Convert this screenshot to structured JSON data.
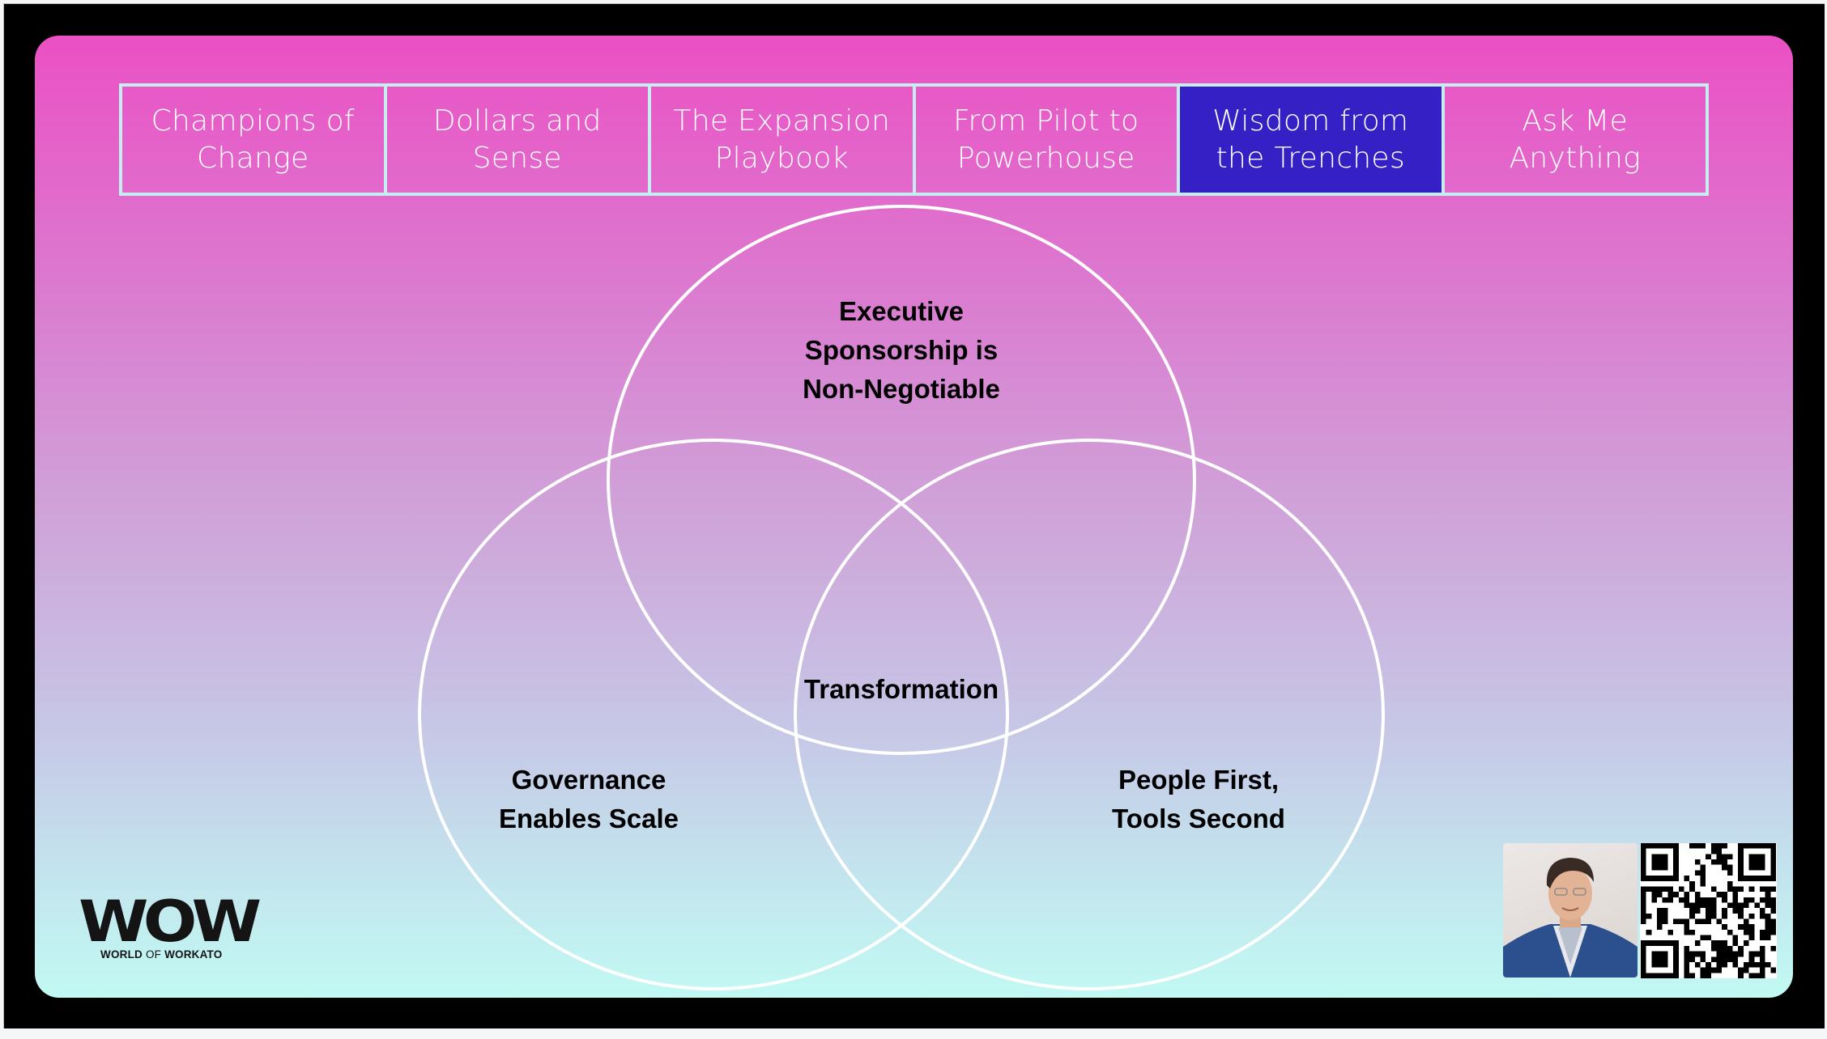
{
  "tabs": [
    {
      "label": "Champions of\nChange",
      "active": false
    },
    {
      "label": "Dollars and\nSense",
      "active": false
    },
    {
      "label": "The Expansion\nPlaybook",
      "active": false
    },
    {
      "label": "From Pilot to\nPowerhouse",
      "active": false
    },
    {
      "label": "Wisdom from\nthe Trenches",
      "active": true
    },
    {
      "label": "Ask Me\nAnything",
      "active": false
    }
  ],
  "venn": {
    "top": "Executive\nSponsorship is\nNon-Negotiable",
    "left": "Governance\nEnables Scale",
    "right": "People First,\nTools Second",
    "center": "Transformation"
  },
  "logo": {
    "main": "WOW",
    "sub_part1": "WORLD",
    "sub_part2": "OF",
    "sub_part3": "WORKATO"
  },
  "presenter": {
    "photo_icon": "presenter-photo",
    "qr_icon": "qr-code"
  },
  "colors": {
    "active_tab": "#3420c4",
    "tab_border": "#c6eef1",
    "gradient_top": "#eb50c4",
    "gradient_bottom": "#c2f9f3",
    "circle_stroke": "#ffffff"
  }
}
